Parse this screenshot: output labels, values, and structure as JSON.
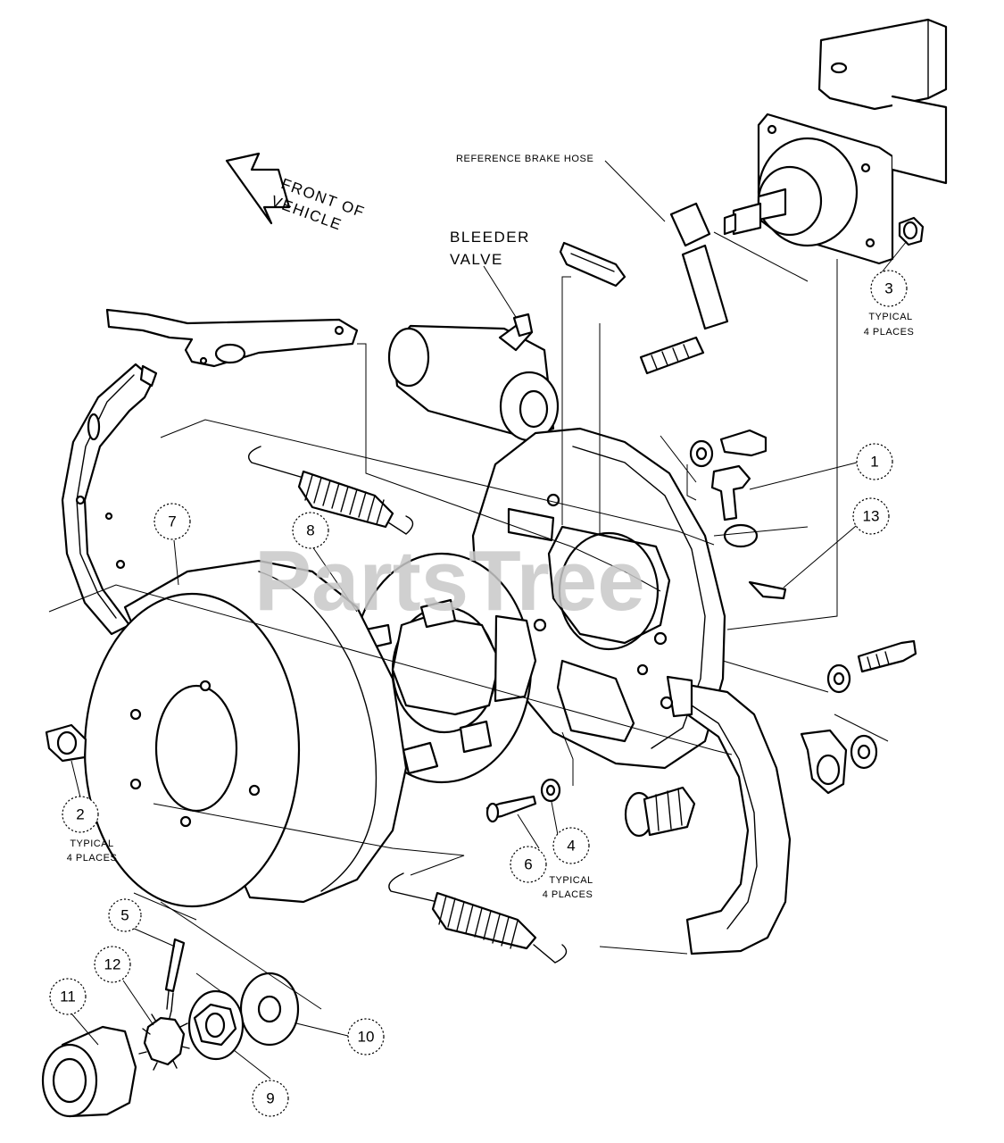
{
  "labels": {
    "front_of_vehicle_line1": "FRONT OF",
    "front_of_vehicle_line2": "VEHICLE",
    "bleeder_valve_line1": "BLEEDER",
    "bleeder_valve_line2": "VALVE",
    "reference_brake_hose": "REFERENCE BRAKE HOSE"
  },
  "watermark": "PartsTree",
  "callouts": [
    {
      "number": "1"
    },
    {
      "number": "2",
      "note_line1": "TYPICAL",
      "note_line2": "4 PLACES"
    },
    {
      "number": "3",
      "note_line1": "TYPICAL",
      "note_line2": "4 PLACES"
    },
    {
      "number": "4"
    },
    {
      "number": "5"
    },
    {
      "number": "6",
      "note_line1": "TYPICAL",
      "note_line2": "4 PLACES"
    },
    {
      "number": "7"
    },
    {
      "number": "8"
    },
    {
      "number": "9"
    },
    {
      "number": "10"
    },
    {
      "number": "11"
    },
    {
      "number": "12"
    },
    {
      "number": "13"
    }
  ]
}
